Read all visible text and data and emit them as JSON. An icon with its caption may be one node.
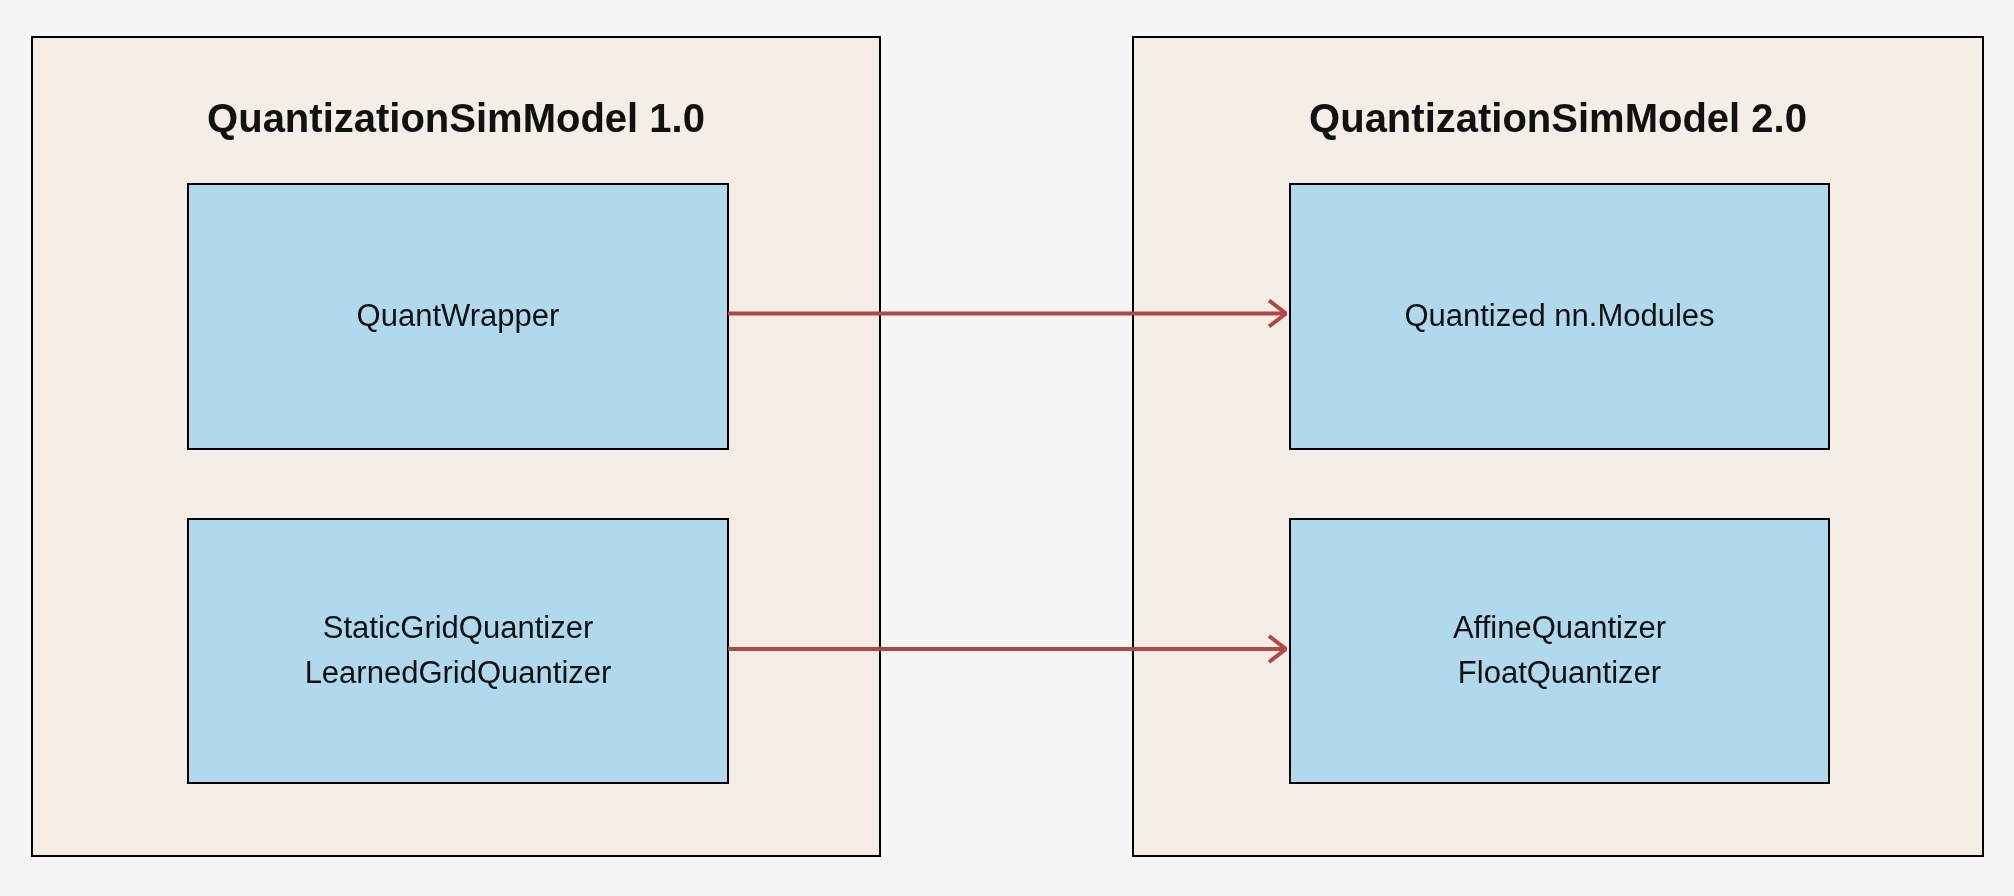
{
  "diagram": {
    "nodes": [
      {
        "text": [
          "QuantizationSimModel 1.0"
        ]
      },
      {
        "text": [
          "QuantWrapper"
        ],
        "in": 0
      },
      {
        "text": [
          "StaticGridQuantizer LearnedGridQuantizer"
        ],
        "in": 0
      },
      {
        "text": [
          "QuantizationSimModel 2.0"
        ]
      },
      {
        "text": [
          "Quantized nn.Modules"
        ],
        "in": 3
      },
      {
        "text": [
          "AffineQuantizer FloatQuantizer"
        ],
        "in": 3
      }
    ],
    "edges": [
      {
        "from": 1,
        "to": 4,
        "arrow": "to"
      },
      {
        "from": 2,
        "to": 5,
        "arrow": "to"
      }
    ]
  }
}
